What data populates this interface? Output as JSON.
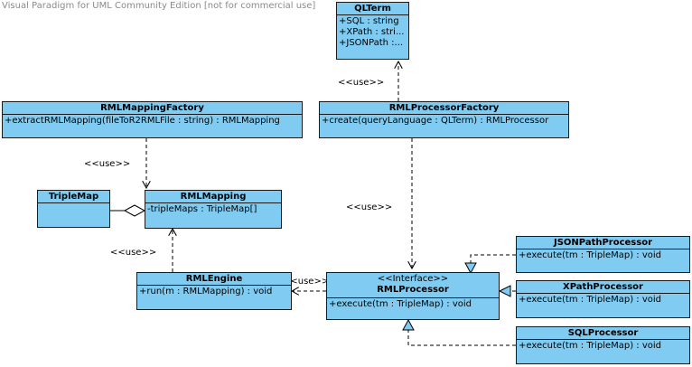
{
  "watermark": "Visual Paradigm for UML Community Edition [not for commercial use]",
  "classes": {
    "qlterm": {
      "name": "QLTerm",
      "attributes": [
        "+SQL : string",
        "+XPath : stri...",
        "+JSONPath :..."
      ]
    },
    "rmlmappingfactory": {
      "name": "RMLMappingFactory",
      "operations": [
        "+extractRMLMapping(fileToR2RMLFile : string) : RMLMapping"
      ]
    },
    "rmlprocessorfactory": {
      "name": "RMLProcessorFactory",
      "operations": [
        "+create(queryLanguage : QLTerm) : RMLProcessor"
      ]
    },
    "triplemap": {
      "name": "TripleMap"
    },
    "rmlmapping": {
      "name": "RMLMapping",
      "attributes": [
        "-tripleMaps : TripleMap[]"
      ]
    },
    "rmlengine": {
      "name": "RMLEngine",
      "operations": [
        "+run(m : RMLMapping) : void"
      ]
    },
    "rmlprocessor": {
      "stereotype": "<<Interface>>",
      "name": "RMLProcessor",
      "operations": [
        "+execute(tm : TripleMap) : void"
      ]
    },
    "jsonpathprocessor": {
      "name": "JSONPathProcessor",
      "operations": [
        "+execute(tm : TripleMap) : void"
      ]
    },
    "xpathprocessor": {
      "name": "XPathProcessor",
      "operations": [
        "+execute(tm : TripleMap) : void"
      ]
    },
    "sqlprocessor": {
      "name": "SQLProcessor",
      "operations": [
        "+execute(tm : TripleMap) : void"
      ]
    }
  },
  "labels": {
    "use_qlterm": "<<use>>",
    "use_mapping_factory": "<<use>>",
    "use_processor_factory": "<<use>>",
    "use_engine_mapping": "<<use>>",
    "use_engine_processor": "<<use>>"
  }
}
